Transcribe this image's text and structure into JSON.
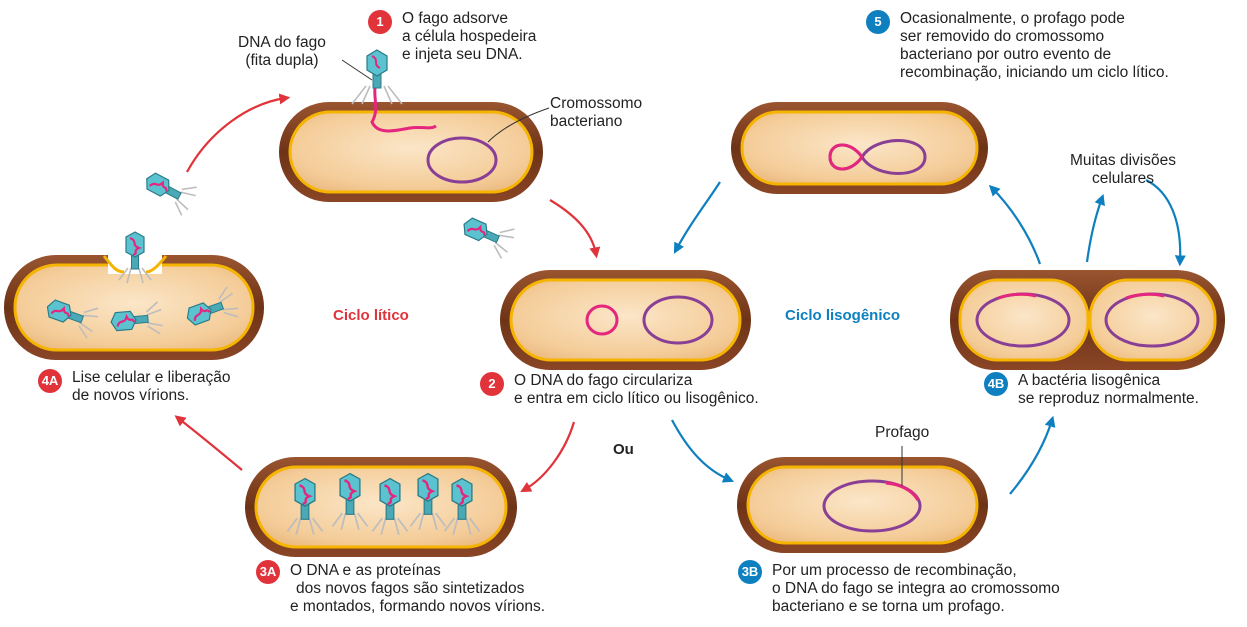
{
  "steps": {
    "s1": {
      "badge": "1",
      "lines": [
        "O fago adsorve",
        "a célula hospedeira",
        "e injeta seu DNA."
      ]
    },
    "s2": {
      "badge": "2",
      "lines": [
        "O DNA do fago circulariza",
        "e entra em ciclo lítico ou lisogênico."
      ]
    },
    "s3a": {
      "badge": "3A",
      "lines": [
        "O DNA e as proteínas",
        "dos novos fagos são sintetizados",
        "e montados, formando novos vírions."
      ]
    },
    "s3b": {
      "badge": "3B",
      "lines": [
        "Por um processo de recombinação,",
        "o DNA do fago se integra ao cromossomo",
        "bacteriano e se torna um profago."
      ]
    },
    "s4a": {
      "badge": "4A",
      "lines": [
        "Lise celular e liberação",
        "de novos vírions."
      ]
    },
    "s4b": {
      "badge": "4B",
      "lines": [
        "A bactéria lisogênica",
        "se reproduz normalmente."
      ]
    },
    "s5": {
      "badge": "5",
      "lines": [
        "Ocasionalmente, o profago pode",
        "ser removido do cromossomo",
        "bacteriano por outro evento de",
        "recombinação, iniciando um ciclo lítico."
      ]
    }
  },
  "labels": {
    "phage_dna": [
      "DNA do fago",
      "(fita dupla)"
    ],
    "chromosome": [
      "Cromossomo",
      "bacteriano"
    ],
    "prophage": "Profago",
    "divisions": [
      "Muitas divisões",
      "celulares"
    ],
    "ou": "Ou"
  },
  "titles": {
    "lytic": "Ciclo lítico",
    "lysogenic": "Ciclo lisogênico"
  },
  "colors": {
    "lytic": "#e0333a",
    "lysogenic": "#0e7fbf",
    "cell_wall": "#7a3b1c",
    "cytoplasm": "#f6d3a6",
    "membrane": "#f5b400",
    "chromosome": "#8a3f96",
    "phage_dna": "#e4267e",
    "capsid": "#5bc3d0"
  }
}
